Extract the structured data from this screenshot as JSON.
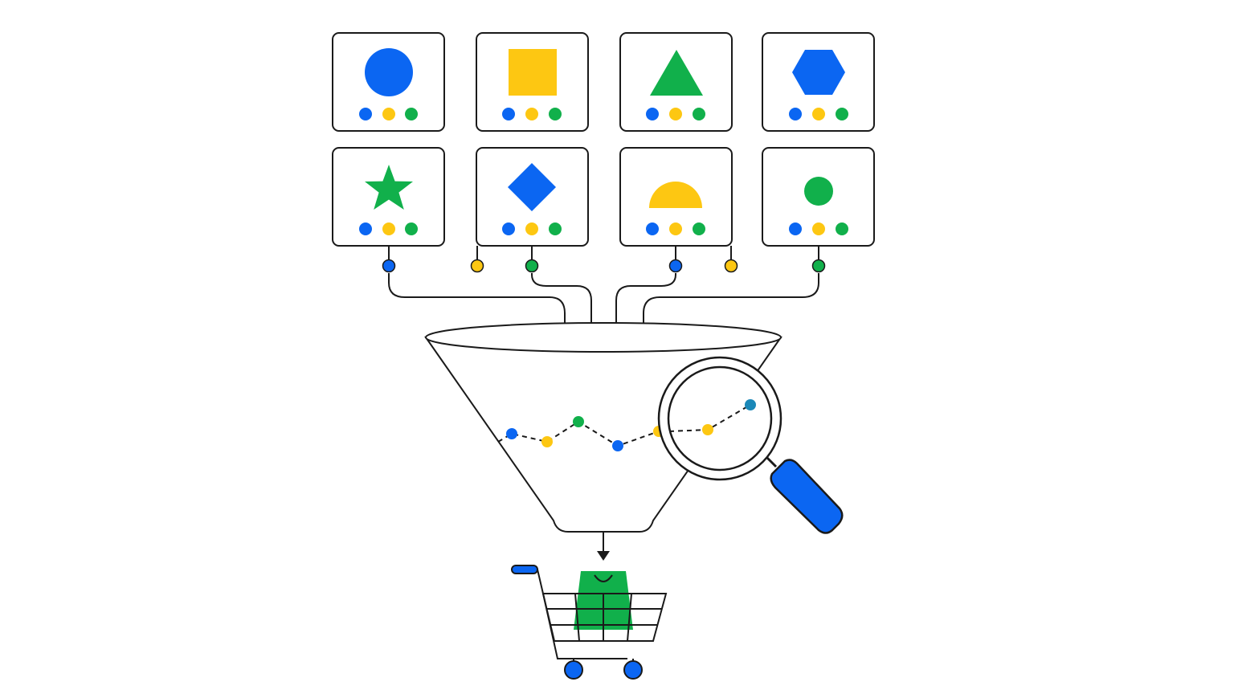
{
  "colors": {
    "blue": "#0b66f2",
    "yellow": "#fdc712",
    "green": "#11b04b",
    "teal": "#1b88b8",
    "stroke": "#1a1a1a",
    "background": "#ffffff"
  },
  "cards": [
    {
      "shape": "circle-icon",
      "color": "blue",
      "output_dot": "blue"
    },
    {
      "shape": "square-icon",
      "color": "yellow",
      "output_dot": "yellow"
    },
    {
      "shape": "triangle-icon",
      "color": "green",
      "output_dot": "none"
    },
    {
      "shape": "hexagon-icon",
      "color": "blue",
      "output_dot": "none"
    },
    {
      "shape": "star-icon",
      "color": "green",
      "output_dot": "blue"
    },
    {
      "shape": "diamond-icon",
      "color": "blue",
      "output_dot": "green"
    },
    {
      "shape": "half-circle-icon",
      "color": "yellow",
      "output_dot": "blue"
    },
    {
      "shape": "small-circle-icon",
      "color": "green",
      "output_dot": "green"
    }
  ],
  "card_indicator_dots": [
    "blue",
    "yellow",
    "green"
  ],
  "funnel_trend_points": [
    "blue",
    "yellow",
    "green",
    "blue",
    "yellow",
    "yellow",
    "teal"
  ],
  "elements": {
    "funnel": "funnel-icon",
    "magnifier": "magnifying-glass-icon",
    "cart": "shopping-cart-icon",
    "bag": "shopping-bag-icon"
  }
}
